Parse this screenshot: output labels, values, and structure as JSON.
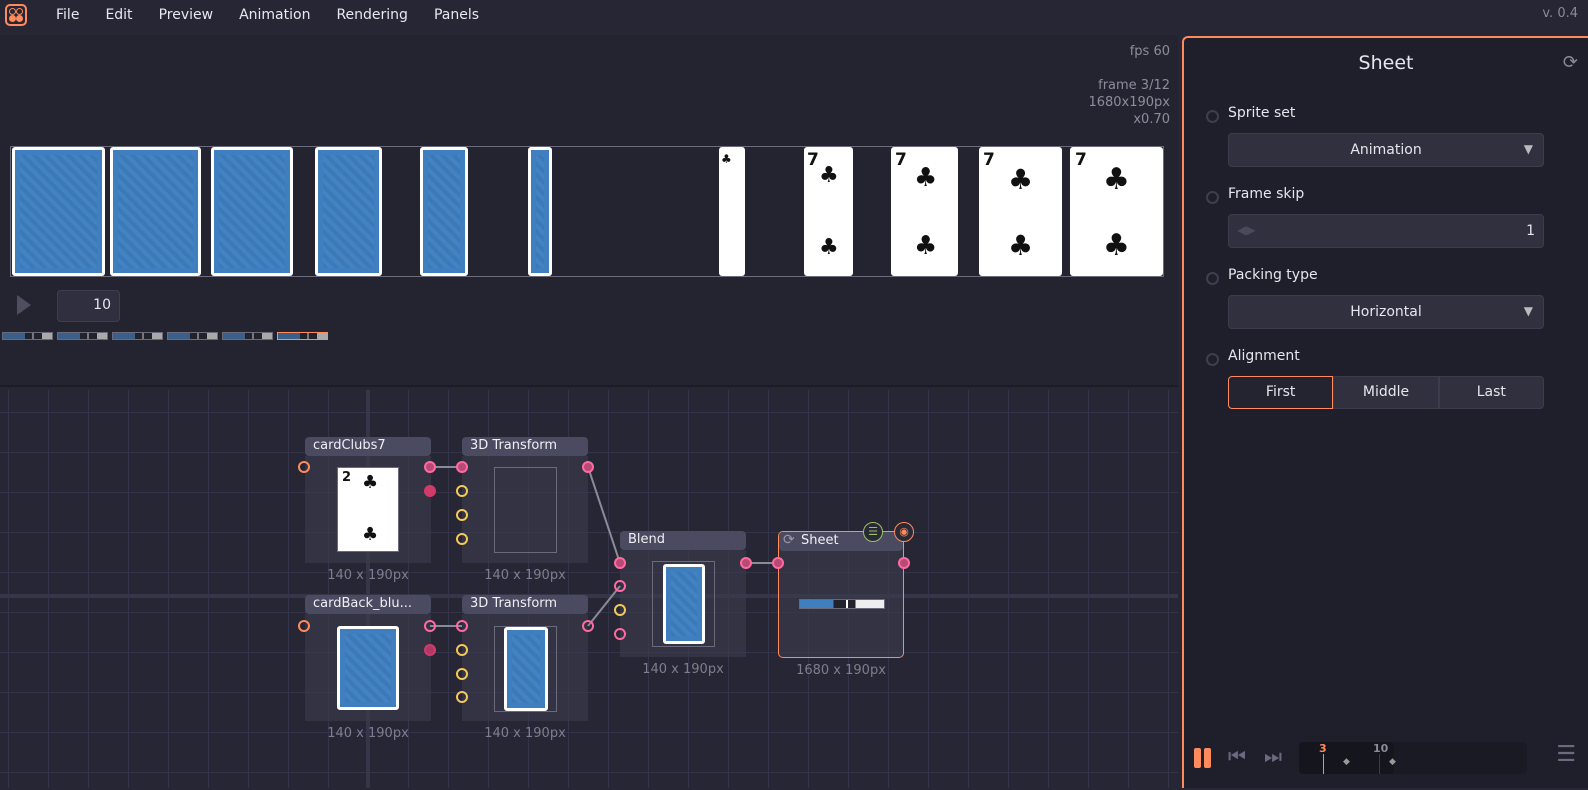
{
  "menu": {
    "items": [
      "File",
      "Edit",
      "Preview",
      "Animation",
      "Rendering",
      "Panels"
    ],
    "version": "v. 0.4"
  },
  "preview": {
    "fps": "fps 60",
    "frame": "frame 3/12",
    "resolution": "1680x190px",
    "zoom": "x0.70",
    "frame_count": "10",
    "card_rank": "7",
    "suit": "♣"
  },
  "nodes": {
    "card_clubs": {
      "title": "cardClubs7",
      "size": "140 x 190px",
      "rank": "2"
    },
    "transform1": {
      "title": "3D Transform",
      "size": "140 x 190px"
    },
    "card_back": {
      "title": "cardBack_blu...",
      "size": "140 x 190px"
    },
    "transform2": {
      "title": "3D Transform",
      "size": "140 x 190px"
    },
    "blend": {
      "title": "Blend",
      "size": "140 x 190px"
    },
    "sheet": {
      "title": "Sheet",
      "size": "1680 x 190px"
    }
  },
  "panel": {
    "title": "Sheet",
    "sprite_set_label": "Sprite set",
    "sprite_set_value": "Animation",
    "frame_skip_label": "Frame skip",
    "frame_skip_value": "1",
    "packing_label": "Packing type",
    "packing_value": "Horizontal",
    "alignment_label": "Alignment",
    "alignment_options": [
      "First",
      "Middle",
      "Last"
    ],
    "alignment_selected": "First"
  },
  "timeline": {
    "current": "3",
    "end": "10",
    "progress": 0.3
  },
  "colors": {
    "accent": "#ff8a5c",
    "port_pink": "#e0457a",
    "port_yellow": "#f5c85a",
    "card_blue": "#3f7fbf"
  }
}
